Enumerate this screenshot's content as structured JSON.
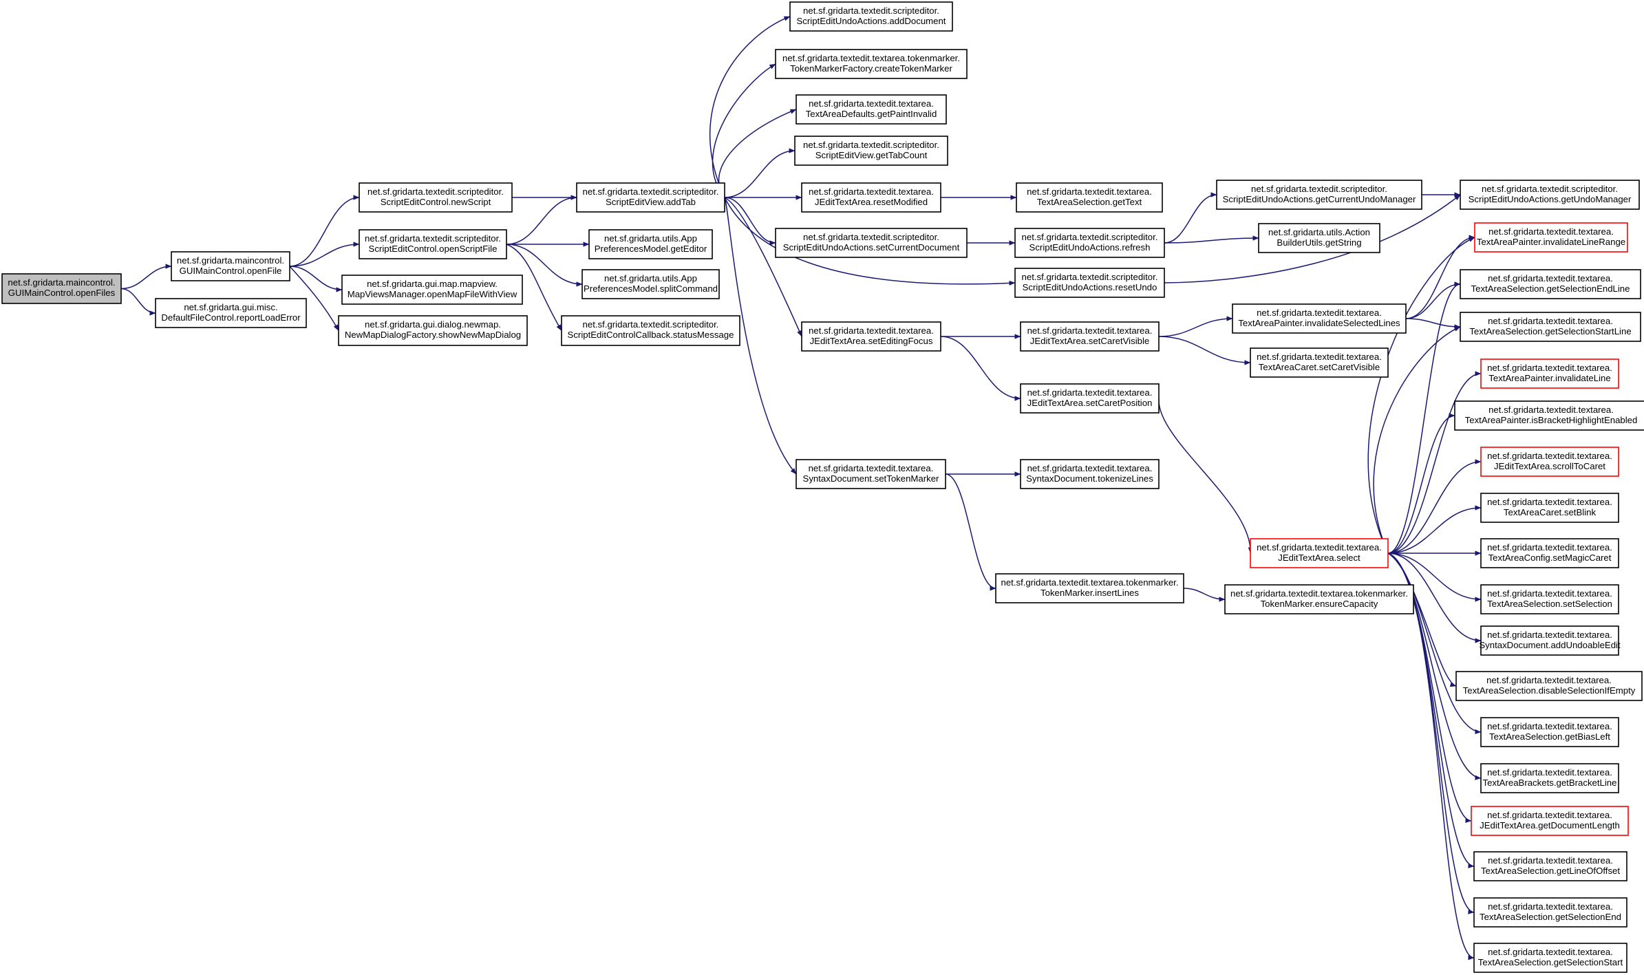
{
  "colors": {
    "edge": "#191970",
    "node_border": "#000000",
    "node_border_truncated": "#ff0000",
    "root_fill": "#bfbfbf",
    "node_fill": "#ffffff"
  },
  "nodes": [
    {
      "id": "n0",
      "lines": [
        "net.sf.gridarta.maincontrol.",
        "GUIMainControl.openFiles"
      ],
      "style": "root"
    },
    {
      "id": "n1",
      "lines": [
        "net.sf.gridarta.maincontrol.",
        "GUIMainControl.openFile"
      ],
      "style": "normal"
    },
    {
      "id": "n2",
      "lines": [
        "net.sf.gridarta.gui.misc.",
        "DefaultFileControl.reportLoadError"
      ],
      "style": "normal"
    },
    {
      "id": "n3",
      "lines": [
        "net.sf.gridarta.textedit.scripteditor.",
        "ScriptEditControl.newScript"
      ],
      "style": "normal"
    },
    {
      "id": "n4",
      "lines": [
        "net.sf.gridarta.textedit.scripteditor.",
        "ScriptEditControl.openScriptFile"
      ],
      "style": "normal"
    },
    {
      "id": "n5",
      "lines": [
        "net.sf.gridarta.gui.map.mapview.",
        "MapViewsManager.openMapFileWithView"
      ],
      "style": "normal"
    },
    {
      "id": "n6",
      "lines": [
        "net.sf.gridarta.gui.dialog.newmap.",
        "NewMapDialogFactory.showNewMapDialog"
      ],
      "style": "normal"
    },
    {
      "id": "n7",
      "lines": [
        "net.sf.gridarta.textedit.scripteditor.",
        "ScriptEditView.addTab"
      ],
      "style": "normal"
    },
    {
      "id": "n8",
      "lines": [
        "net.sf.gridarta.utils.App",
        "PreferencesModel.getEditor"
      ],
      "style": "normal"
    },
    {
      "id": "n9",
      "lines": [
        "net.sf.gridarta.utils.App",
        "PreferencesModel.splitCommand"
      ],
      "style": "normal"
    },
    {
      "id": "n10",
      "lines": [
        "net.sf.gridarta.textedit.scripteditor.",
        "ScriptEditControlCallback.statusMessage"
      ],
      "style": "normal"
    },
    {
      "id": "n11",
      "lines": [
        "net.sf.gridarta.textedit.scripteditor.",
        "ScriptEditUndoActions.addDocument"
      ],
      "style": "normal"
    },
    {
      "id": "n12",
      "lines": [
        "net.sf.gridarta.textedit.textarea.tokenmarker.",
        "TokenMarkerFactory.createTokenMarker"
      ],
      "style": "normal"
    },
    {
      "id": "n13",
      "lines": [
        "net.sf.gridarta.textedit.textarea.",
        "TextAreaDefaults.getPaintInvalid"
      ],
      "style": "normal"
    },
    {
      "id": "n14",
      "lines": [
        "net.sf.gridarta.textedit.scripteditor.",
        "ScriptEditView.getTabCount"
      ],
      "style": "normal"
    },
    {
      "id": "n15",
      "lines": [
        "net.sf.gridarta.textedit.textarea.",
        "JEditTextArea.resetModified"
      ],
      "style": "normal"
    },
    {
      "id": "n16",
      "lines": [
        "net.sf.gridarta.textedit.scripteditor.",
        "ScriptEditUndoActions.setCurrentDocument"
      ],
      "style": "normal"
    },
    {
      "id": "n17",
      "lines": [
        "net.sf.gridarta.textedit.textarea.",
        "JEditTextArea.setEditingFocus"
      ],
      "style": "normal"
    },
    {
      "id": "n18",
      "lines": [
        "net.sf.gridarta.textedit.textarea.",
        "SyntaxDocument.setTokenMarker"
      ],
      "style": "normal"
    },
    {
      "id": "n19",
      "lines": [
        "net.sf.gridarta.textedit.textarea.",
        "TextAreaSelection.getText"
      ],
      "style": "normal"
    },
    {
      "id": "n20",
      "lines": [
        "net.sf.gridarta.textedit.scripteditor.",
        "ScriptEditUndoActions.refresh"
      ],
      "style": "normal"
    },
    {
      "id": "n21",
      "lines": [
        "net.sf.gridarta.textedit.scripteditor.",
        "ScriptEditUndoActions.resetUndo"
      ],
      "style": "normal"
    },
    {
      "id": "n22",
      "lines": [
        "net.sf.gridarta.textedit.textarea.",
        "JEditTextArea.setCaretVisible"
      ],
      "style": "normal"
    },
    {
      "id": "n23",
      "lines": [
        "net.sf.gridarta.textedit.textarea.",
        "JEditTextArea.setCaretPosition"
      ],
      "style": "normal"
    },
    {
      "id": "n24",
      "lines": [
        "net.sf.gridarta.textedit.textarea.",
        "SyntaxDocument.tokenizeLines"
      ],
      "style": "normal"
    },
    {
      "id": "n25",
      "lines": [
        "net.sf.gridarta.textedit.textarea.tokenmarker.",
        "TokenMarker.insertLines"
      ],
      "style": "normal"
    },
    {
      "id": "n26",
      "lines": [
        "net.sf.gridarta.textedit.scripteditor.",
        "ScriptEditUndoActions.getCurrentUndoManager"
      ],
      "style": "normal"
    },
    {
      "id": "n27",
      "lines": [
        "net.sf.gridarta.utils.Action",
        "BuilderUtils.getString"
      ],
      "style": "normal"
    },
    {
      "id": "n28",
      "lines": [
        "net.sf.gridarta.textedit.textarea.",
        "TextAreaPainter.invalidateSelectedLines"
      ],
      "style": "normal"
    },
    {
      "id": "n29",
      "lines": [
        "net.sf.gridarta.textedit.textarea.",
        "TextAreaCaret.setCaretVisible"
      ],
      "style": "normal"
    },
    {
      "id": "n30",
      "lines": [
        "net.sf.gridarta.textedit.textarea.",
        "JEditTextArea.select"
      ],
      "style": "truncated"
    },
    {
      "id": "n31",
      "lines": [
        "net.sf.gridarta.textedit.textarea.tokenmarker.",
        "TokenMarker.ensureCapacity"
      ],
      "style": "normal"
    },
    {
      "id": "n32",
      "lines": [
        "net.sf.gridarta.textedit.scripteditor.",
        "ScriptEditUndoActions.getUndoManager"
      ],
      "style": "normal"
    },
    {
      "id": "n33",
      "lines": [
        "net.sf.gridarta.textedit.textarea.",
        "TextAreaPainter.invalidateLineRange"
      ],
      "style": "truncated"
    },
    {
      "id": "n34",
      "lines": [
        "net.sf.gridarta.textedit.textarea.",
        "TextAreaSelection.getSelectionEndLine"
      ],
      "style": "normal"
    },
    {
      "id": "n35",
      "lines": [
        "net.sf.gridarta.textedit.textarea.",
        "TextAreaSelection.getSelectionStartLine"
      ],
      "style": "normal"
    },
    {
      "id": "n36",
      "lines": [
        "net.sf.gridarta.textedit.textarea.",
        "TextAreaPainter.invalidateLine"
      ],
      "style": "truncated"
    },
    {
      "id": "n37",
      "lines": [
        "net.sf.gridarta.textedit.textarea.",
        "TextAreaPainter.isBracketHighlightEnabled"
      ],
      "style": "normal"
    },
    {
      "id": "n38",
      "lines": [
        "net.sf.gridarta.textedit.textarea.",
        "JEditTextArea.scrollToCaret"
      ],
      "style": "truncated"
    },
    {
      "id": "n39",
      "lines": [
        "net.sf.gridarta.textedit.textarea.",
        "TextAreaCaret.setBlink"
      ],
      "style": "normal"
    },
    {
      "id": "n40",
      "lines": [
        "net.sf.gridarta.textedit.textarea.",
        "TextAreaConfig.setMagicCaret"
      ],
      "style": "normal"
    },
    {
      "id": "n41",
      "lines": [
        "net.sf.gridarta.textedit.textarea.",
        "TextAreaSelection.setSelection"
      ],
      "style": "normal"
    },
    {
      "id": "n42",
      "lines": [
        "net.sf.gridarta.textedit.textarea.",
        "SyntaxDocument.addUndoableEdit"
      ],
      "style": "normal"
    },
    {
      "id": "n43",
      "lines": [
        "net.sf.gridarta.textedit.textarea.",
        "TextAreaSelection.disableSelectionIfEmpty"
      ],
      "style": "normal"
    },
    {
      "id": "n44",
      "lines": [
        "net.sf.gridarta.textedit.textarea.",
        "TextAreaSelection.getBiasLeft"
      ],
      "style": "normal"
    },
    {
      "id": "n45",
      "lines": [
        "net.sf.gridarta.textedit.textarea.",
        "TextAreaBrackets.getBracketLine"
      ],
      "style": "normal"
    },
    {
      "id": "n46",
      "lines": [
        "net.sf.gridarta.textedit.textarea.",
        "JEditTextArea.getDocumentLength"
      ],
      "style": "truncated"
    },
    {
      "id": "n47",
      "lines": [
        "net.sf.gridarta.textedit.textarea.",
        "TextAreaSelection.getLineOfOffset"
      ],
      "style": "normal"
    },
    {
      "id": "n48",
      "lines": [
        "net.sf.gridarta.textedit.textarea.",
        "TextAreaSelection.getSelectionEnd"
      ],
      "style": "normal"
    },
    {
      "id": "n49",
      "lines": [
        "net.sf.gridarta.textedit.textarea.",
        "TextAreaSelection.getSelectionStart"
      ],
      "style": "normal"
    }
  ],
  "edges": [
    [
      "n0",
      "n1"
    ],
    [
      "n0",
      "n2"
    ],
    [
      "n1",
      "n3"
    ],
    [
      "n1",
      "n4"
    ],
    [
      "n1",
      "n5"
    ],
    [
      "n1",
      "n6"
    ],
    [
      "n3",
      "n7"
    ],
    [
      "n4",
      "n7"
    ],
    [
      "n4",
      "n8"
    ],
    [
      "n4",
      "n9"
    ],
    [
      "n4",
      "n10"
    ],
    [
      "n7",
      "n11"
    ],
    [
      "n7",
      "n12"
    ],
    [
      "n7",
      "n13"
    ],
    [
      "n7",
      "n14"
    ],
    [
      "n7",
      "n15"
    ],
    [
      "n7",
      "n16"
    ],
    [
      "n7",
      "n21"
    ],
    [
      "n7",
      "n17"
    ],
    [
      "n7",
      "n18"
    ],
    [
      "n15",
      "n19"
    ],
    [
      "n16",
      "n20"
    ],
    [
      "n20",
      "n26"
    ],
    [
      "n20",
      "n27"
    ],
    [
      "n26",
      "n32"
    ],
    [
      "n21",
      "n32"
    ],
    [
      "n17",
      "n22"
    ],
    [
      "n17",
      "n23"
    ],
    [
      "n22",
      "n28"
    ],
    [
      "n22",
      "n29"
    ],
    [
      "n28",
      "n33"
    ],
    [
      "n28",
      "n34"
    ],
    [
      "n28",
      "n35"
    ],
    [
      "n23",
      "n30"
    ],
    [
      "n18",
      "n24"
    ],
    [
      "n18",
      "n25"
    ],
    [
      "n25",
      "n31"
    ],
    [
      "n30",
      "n33"
    ],
    [
      "n30",
      "n34"
    ],
    [
      "n30",
      "n35"
    ],
    [
      "n30",
      "n36"
    ],
    [
      "n30",
      "n37"
    ],
    [
      "n30",
      "n38"
    ],
    [
      "n30",
      "n39"
    ],
    [
      "n30",
      "n40"
    ],
    [
      "n30",
      "n41"
    ],
    [
      "n30",
      "n42"
    ],
    [
      "n30",
      "n43"
    ],
    [
      "n30",
      "n44"
    ],
    [
      "n30",
      "n45"
    ],
    [
      "n30",
      "n46"
    ],
    [
      "n30",
      "n47"
    ],
    [
      "n30",
      "n48"
    ],
    [
      "n30",
      "n49"
    ]
  ]
}
